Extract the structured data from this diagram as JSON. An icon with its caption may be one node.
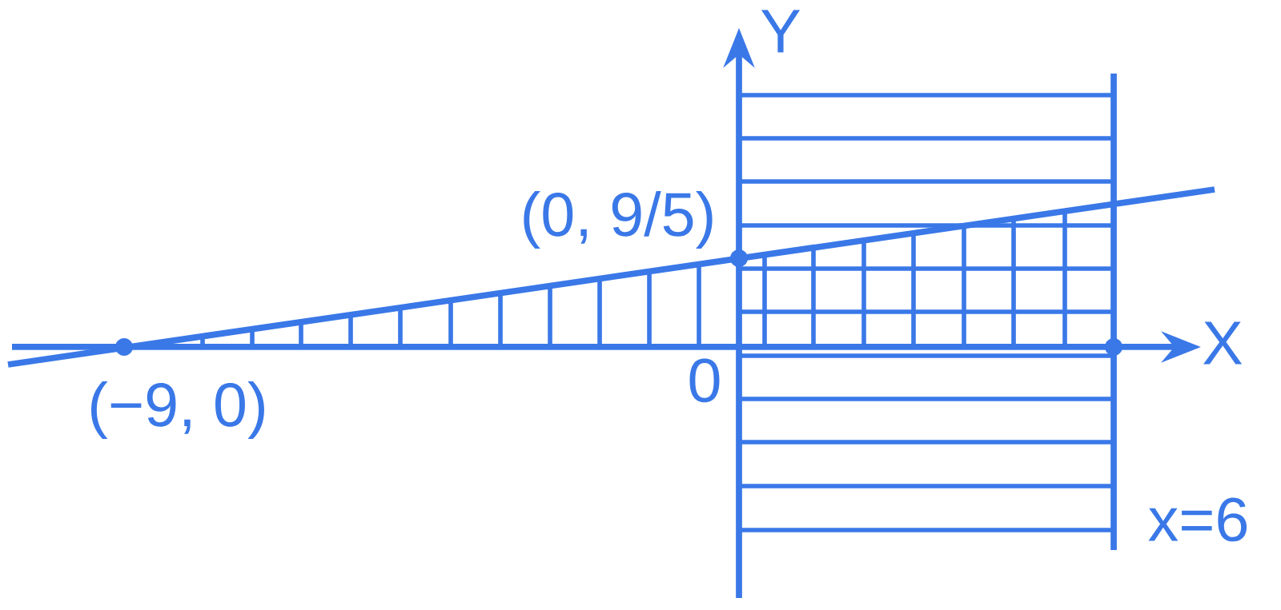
{
  "diagram": {
    "labels": [
      "Y",
      "(0, 9/5)",
      "X",
      "(−9, 0)",
      "0",
      "x=6"
    ]
  }
}
